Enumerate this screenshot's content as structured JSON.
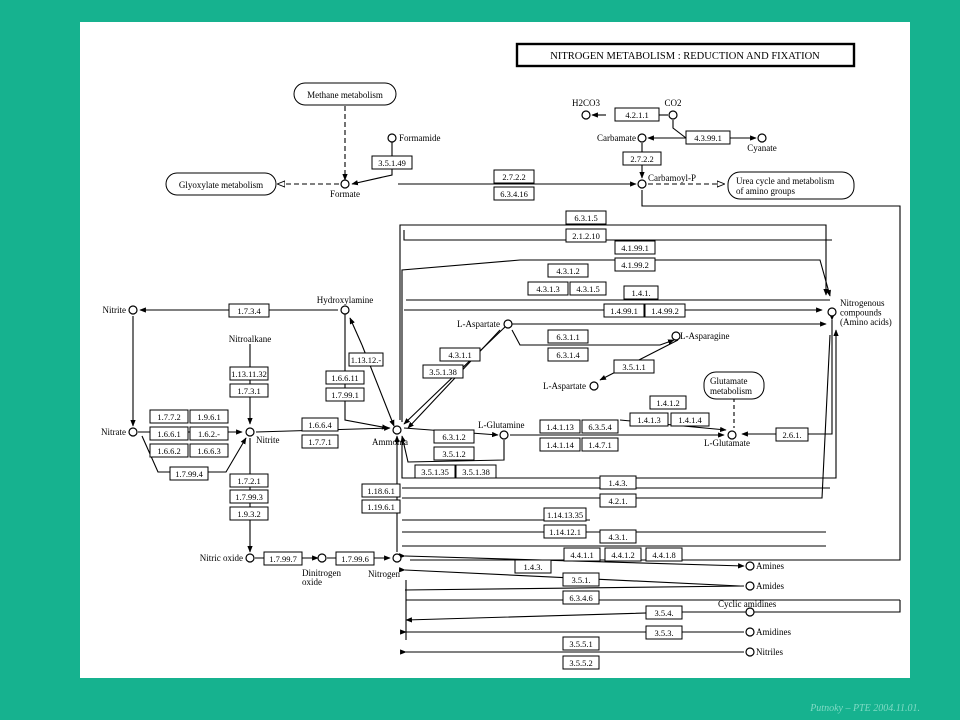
{
  "title": "NITROGEN METABOLISM : REDUCTION AND FIXATION",
  "footer": "Putnoky – PTE 2004.11.01.",
  "pathway_boxes": {
    "methane": "Methane metabolism",
    "glyoxylate": "Glyoxylate metabolism",
    "urea": [
      "Urea cycle and metabolism",
      "of amino groups"
    ],
    "glutamate": [
      "Glutamate",
      "metabolism"
    ]
  },
  "compounds": {
    "formamide": "Formamide",
    "formate": "Formate",
    "h2co3": "H2CO3",
    "co2": "CO2",
    "carbamate": "Carbamate",
    "cyanate": "Cyanate",
    "carbamoyl_p": "Carbamoyl-P",
    "hydroxylamine": "Hydroxylamine",
    "nitrite_left": "Nitrite",
    "nitrite": "Nitrite",
    "nitrate": "Nitrate",
    "nitroalkane": "Nitroalkane",
    "ammonia": "Ammonia",
    "nitrogenous": [
      "Nitrogenous",
      "compounds",
      "(Amino acids)"
    ],
    "l_aspartate": "L-Aspartate",
    "l_asparagine": "L-Asparagine",
    "l_aspartate2": "L-Aspartate",
    "l_glutamine": "L-Glutamine",
    "l_glutamate": "L-Glutamate",
    "nitric_oxide": "Nitric oxide",
    "dinitrogen": [
      "Dinitrogen",
      "oxide"
    ],
    "nitrogen": "Nitrogen",
    "amines": "Amines",
    "amides": "Amides",
    "cyclic_amidines": "Cyclic amidines",
    "amidines": "Amidines",
    "nitriles": "Nitriles"
  },
  "enzymes": {
    "e4_2_1_1": "4.2.1.1",
    "e4_3_99_1": "4.3.99.1",
    "e2_7_2_2a": "2.7.2.2",
    "e2_7_2_2b": "2.7.2.2",
    "e6_3_4_16": "6.3.4.16",
    "e3_5_1_49": "3.5.1.49",
    "e6_3_1_5": "6.3.1.5",
    "e2_1_2_10": "2.1.2.10",
    "e4_1_99_1": "4.1.99.1",
    "e4_1_99_2": "4.1.99.2",
    "e4_3_1_2": "4.3.1.2",
    "e4_3_1_3": "4.3.1.3",
    "e4_3_1_5": "4.3.1.5",
    "e1_4_1": "1.4.1.",
    "e1_4_99_1": "1.4.99.1",
    "e1_4_99_2": "1.4.99.2",
    "e1_7_3_4": "1.7.3.4",
    "e6_3_1_1": "6.3.1.1",
    "e6_3_1_4": "6.3.1.4",
    "e4_3_1_1": "4.3.1.1",
    "e3_5_1_38a": "3.5.1.38",
    "e3_5_1_1": "3.5.1.1",
    "e1_13_12": "1.13.12.-",
    "e1_6_6_11": "1.6.6.11",
    "e1_7_99_1": "1.7.99.1",
    "e1_13_11_32": "1.13.11.32",
    "e1_7_3_1": "1.7.3.1",
    "e1_7_7_2": "1.7.7.2",
    "e1_9_6_1": "1.9.6.1",
    "e1_6_6_1": "1.6.6.1",
    "e1_6_2": "1.6.2.-",
    "e1_6_6_2": "1.6.6.2",
    "e1_6_6_3": "1.6.6.3",
    "e1_7_99_4": "1.7.99.4",
    "e1_6_6_4": "1.6.6.4",
    "e1_7_7_1": "1.7.7.1",
    "e6_3_1_2": "6.3.1.2",
    "e3_5_1_2": "3.5.1.2",
    "e3_5_1_35": "3.5.1.35",
    "e3_5_1_38b": "3.5.1.38",
    "e1_4_1_13": "1.4.1.13",
    "e6_3_5_4": "6.3.5.4",
    "e1_4_1_14": "1.4.1.14",
    "e1_4_7_1": "1.4.7.1",
    "e1_4_1_2": "1.4.1.2",
    "e1_4_1_3": "1.4.1.3",
    "e1_4_1_4": "1.4.1.4",
    "e2_6_1": "2.6.1.",
    "e1_7_2_1": "1.7.2.1",
    "e1_7_99_3": "1.7.99.3",
    "e1_9_3_2": "1.9.3.2",
    "e1_18_6_1": "1.18.6.1",
    "e1_19_6_1": "1.19.6.1",
    "e1_7_99_7": "1.7.99.7",
    "e1_7_99_6": "1.7.99.6",
    "e1_4_3a": "1.4.3.",
    "e4_2_1": "4.2.1.",
    "e1_14_13_35": "1.14.13.35",
    "e1_14_12_1": "1.14.12.1",
    "e4_3_1": "4.3.1.",
    "e4_4_1_1": "4.4.1.1",
    "e4_4_1_2": "4.4.1.2",
    "e4_4_1_8": "4.4.1.8",
    "e1_4_3b": "1.4.3.",
    "e3_5_1": "3.5.1.",
    "e6_3_4_6": "6.3.4.6",
    "e3_5_4": "3.5.4.",
    "e3_5_3": "3.5.3.",
    "e3_5_5_1": "3.5.5.1",
    "e3_5_5_2": "3.5.5.2"
  },
  "colors": {
    "background": "#16b28f",
    "panel": "#ffffff",
    "ink": "#000000"
  }
}
